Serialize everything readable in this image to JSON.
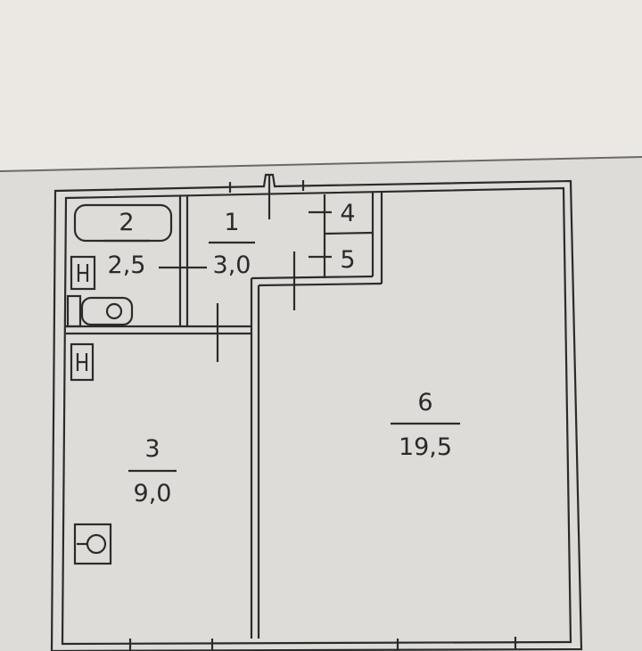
{
  "colors": {
    "paper_top": "#e8e5e0",
    "paper_sheet": "#dcdad7",
    "line": "#2b2b2b"
  },
  "rooms": [
    {
      "number": "1",
      "area": "3,0"
    },
    {
      "number": "2",
      "area": "2,5"
    },
    {
      "number": "3",
      "area": "9,0"
    },
    {
      "number": "4",
      "area": ""
    },
    {
      "number": "5",
      "area": ""
    },
    {
      "number": "6",
      "area": "19,5"
    }
  ],
  "fixtures": [
    "bathtub-icon",
    "toilet-icon",
    "sink-icon",
    "kitchen-sink-icon",
    "stove-icon"
  ]
}
